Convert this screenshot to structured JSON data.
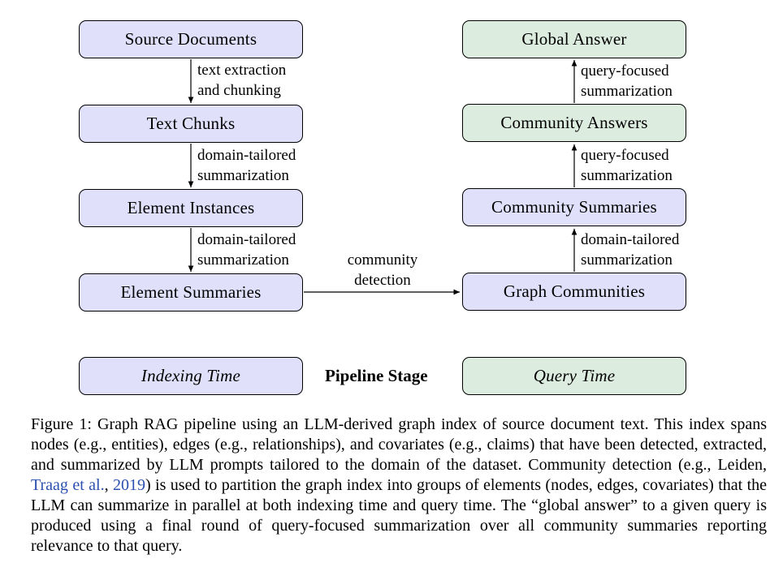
{
  "indexing_column": {
    "source_documents": "Source Documents",
    "text_chunks": "Text Chunks",
    "element_instances": "Element Instances",
    "element_summaries": "Element Summaries",
    "edge_1": [
      "text extraction",
      "and chunking"
    ],
    "edge_2": [
      "domain-tailored",
      "summarization"
    ],
    "edge_3": [
      "domain-tailored",
      "summarization"
    ]
  },
  "query_column": {
    "global_answer": "Global Answer",
    "community_answers": "Community Answers",
    "community_summaries": "Community Summaries",
    "graph_communities": "Graph Communities",
    "edge_1": [
      "query-focused",
      "summarization"
    ],
    "edge_2": [
      "query-focused",
      "summarization"
    ],
    "edge_3": [
      "domain-tailored",
      "summarization"
    ]
  },
  "cross_edge": [
    "community",
    "detection"
  ],
  "legend": {
    "indexing_time": "Indexing Time",
    "pipeline_stage": "Pipeline Stage",
    "query_time": "Query Time"
  },
  "colors": {
    "indexing_fill": "#e0e0fb",
    "query_fill": "#dcecde",
    "link": "#2a4fb0"
  },
  "caption": {
    "before_citation": "Figure 1: Graph RAG pipeline using an LLM-derived graph index of source document text. This index spans nodes (e.g., entities), edges (e.g., relationships), and covariates (e.g., claims) that have been detected, extracted, and summarized by LLM prompts tailored to the domain of the dataset. Community detection (e.g., Leiden, ",
    "citation_author": "Traag et al.",
    "citation_sep": ", ",
    "citation_year": "2019",
    "after_citation": ") is used to partition the graph index into groups of elements (nodes, edges, covariates) that the LLM can summarize in parallel at both indexing time and query time. The “global answer” to a given query is produced using a final round of query-focused summarization over all community summaries reporting relevance to that query."
  }
}
